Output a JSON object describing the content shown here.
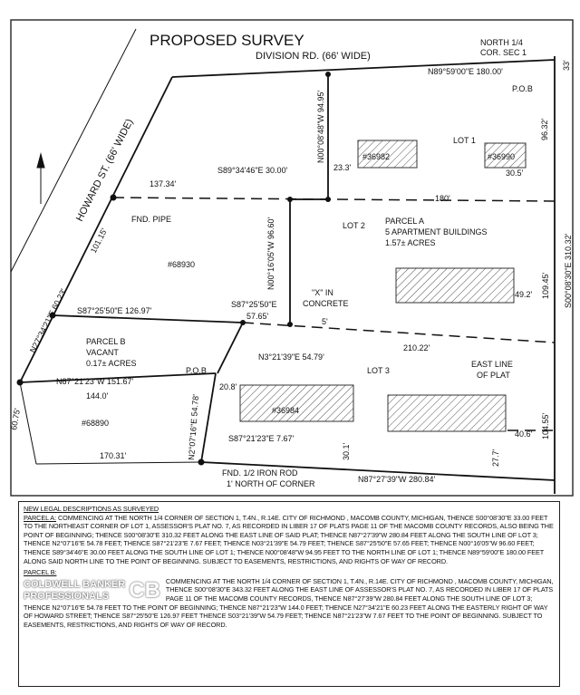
{
  "title": "PROPOSED SURVEY",
  "road": "DIVISION RD. (66' WIDE)",
  "street": "HOWARD ST. (66' WIDE)",
  "labels": {
    "north_corner_1": "NORTH 1/4",
    "north_corner_2": "COR. SEC 1",
    "d33": "33'",
    "north_line": "N89°59'00\"E  180.00'",
    "pob_a": "P.O.B",
    "lot1": "LOT 1",
    "b36982": "#36982",
    "b36990": "#36990",
    "d96_32": "96.32'",
    "d30_5": "30.5'",
    "d23_3": "23.3'",
    "n00_08_48": "N00°08'48\"W  94.95'",
    "s89_34_46": "S89°34'46\"E  30.00'",
    "d180": "180'",
    "d137_34": "137.34'",
    "fnd_pipe": "FND. PIPE",
    "d101_15": "101.15'",
    "p68930": "#68930",
    "n00_16_05": "N00°16'05\"W  96.60'",
    "lot2": "LOT 2",
    "parcel_a_1": "PARCEL A",
    "parcel_a_2": "5 APARTMENT BUILDINGS",
    "parcel_a_3": "1.57± ACRES",
    "d109_45": "109.45'",
    "east_line": "S00°08'30\"E  310.32'",
    "d49_2": "49.2'",
    "s87_25_50_a": "S87°25'50\"E",
    "d57_65": "57.65'",
    "x_1": "\"X\" IN",
    "x_2": "CONCRETE",
    "d5": "5'",
    "s87_25_50_b": "S87°25'50\"E   126.97'",
    "n27_34_21": "N27°34'21\"E  60.23'",
    "parcel_b_1": "PARCEL B",
    "parcel_b_2": "VACANT",
    "parcel_b_3": "0.17± ACRES",
    "n3_21_39": "N3°21'39\"E  54.79'",
    "d210_22": "210.22'",
    "lot3": "LOT 3",
    "east_plat_1": "EAST LINE",
    "east_plat_2": "OF PLAT",
    "n87_21_23": "N87°21'23\"W   151.67'",
    "pob_b": "P.O.B",
    "d20_8": "20.8'",
    "d144": "144.0'",
    "d60_75": "60.75'",
    "p68890": "#68890",
    "b36984": "#36984",
    "n2_07_16": "N2°07'16\"E  54.78'",
    "s87_21_23": "S87°21'23\"E  7.67'",
    "d104_55": "104.55'",
    "d40_6": "40.6'",
    "d170_31": "170.31'",
    "d30_1": "30.1'",
    "d27_7": "27.7'",
    "iron_1": "FND. 1/2 IRON ROD",
    "iron_2": "1' NORTH OF CORNER",
    "south_line": "N87°27'39\"W   280.84'"
  },
  "legal": {
    "heading": "NEW LEGAL DESCRIPTIONS AS SURVEYED",
    "parcel_a_label": "PARCEL A:",
    "parcel_a_text": " COMMENCING AT THE NORTH 1/4 CORNER OF SECTION 1, T.4N., R.14E. CITY OF RICHMOND , MACOMB COUNTY, MICHIGAN, THENCE S00°08'30\"E 33.00 FEET TO THE NORTHEAST CORNER OF LOT 1, ASSESSOR'S PLAT NO. 7, AS RECORDED IN LIBER 17 OF PLATS PAGE 11 OF THE MACOMB COUNTY RECORDS, ALSO BEING THE POINT OF BEGINNING; THENCE S00°08'30\"E 310.32 FEET ALONG THE EAST LINE OF SAID PLAT; THENCE N87°27'39\"W 280.84 FEET ALONG THE SOUTH LINE OF LOT 3; THENCE N2°07'16\"E 54.78 FEET; THENCE S87°21'23\"E 7.67 FEET; THENCE N03°21'39\"E 54.79 FEET; THENCE S87°25'50\"E 57.65 FEET; THENCE N00°16'05\"W 96.60 FEET; THENCE S89°34'46\"E 30.00 FEET ALONG THE SOUTH LINE OF LOT 1; THENCE N00°08'48\"W 94.95 FEET TO THE NORTH LINE OF LOT 1; THENCE N89°59'00\"E 180.00 FEET ALONG SAID NORTH LINE TO THE POINT OF BEGINNING. SUBJECT TO EASEMENTS, RESTRICTIONS, AND RIGHTS OF WAY OF RECORD.",
    "parcel_b_label": "PARCEL B:",
    "parcel_b_text": "COMMENCING AT THE NORTH 1/4 CORNER OF SECTION 1, T.4N., R.14E. CITY OF RICHMOND , MACOMB COUNTY, MICHIGAN, THENCE S00°08'30\"E 343.32 FEET ALONG THE EAST LINE OF ASSESSOR'S PLAT NO. 7, AS RECORDED IN LIBER 17 OF PLATS PAGE 11 OF THE MACOMB COUNTY RECORDS, THENCE N87°27'39\"W 280.84 FEET ALONG THE SOUTH LINE OF LOT 3; THENCE N2°07'16\"E 54.78 FEET TO THE POINT OF BEGINNING; THENCE N87°21'23\"W 144.0 FEET; THENCE N27°34'21\"E 60.23 FEET ALONG THE EASTERLY RIGHT OF WAY OF HOWARD STREET; THENCE S87°25'50\"E 126.97 FEET THENCE S03°21'39\"W 54.79 FEET; THENCE N87°21'23\"W 7.67 FEET TO THE POINT OF BEGINNING. SUBJECT TO EASEMENTS, RESTRICTIONS, AND RIGHTS OF WAY OF RECORD."
  },
  "watermark": {
    "line1": "COLDWELL BANKER",
    "line2": "PROFESSIONALS",
    "logo": "CB"
  }
}
